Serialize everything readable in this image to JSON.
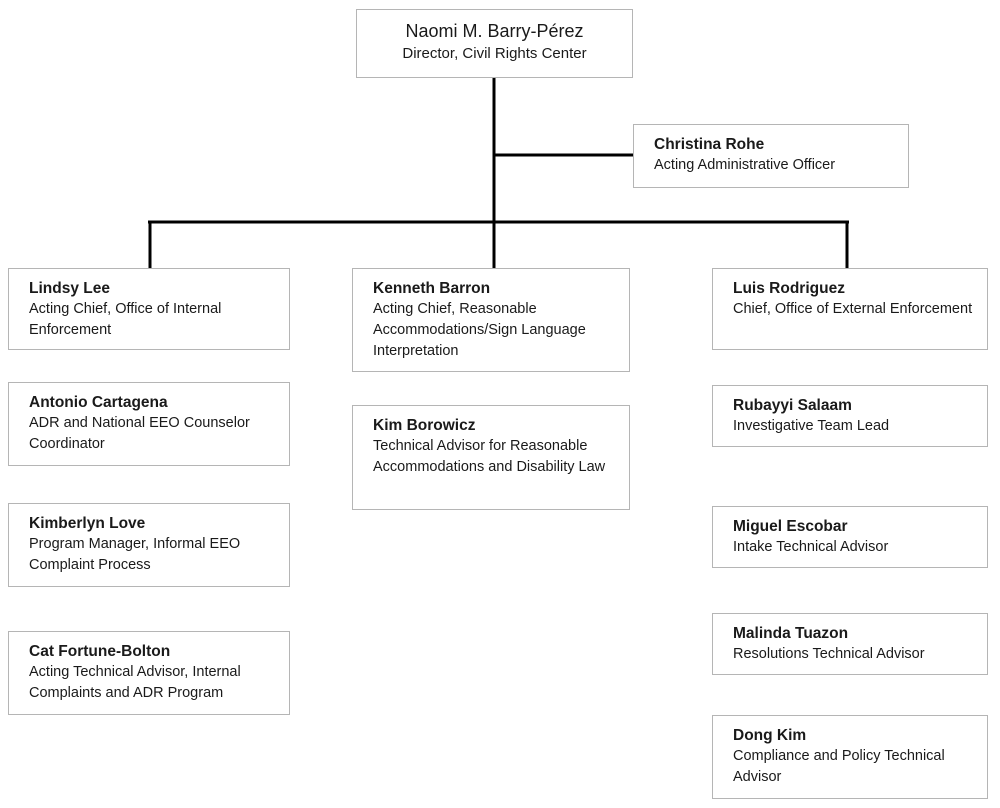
{
  "chart_data": {
    "type": "diagram",
    "title": "Civil Rights Center Organizational Chart",
    "layout": "org-chart",
    "colors": {
      "box_border": "#b5b5b5",
      "box_background": "#ffffff",
      "connector": "#000000",
      "text": "#1a1a1a"
    }
  },
  "nodes": {
    "director": {
      "name": "Naomi M. Barry-Pérez",
      "title": "Director, Civil Rights Center"
    },
    "admin_officer": {
      "name": "Christina Rohe",
      "title": "Acting Administrative Officer"
    },
    "internal_enforcement": {
      "head": {
        "name": "Lindsy Lee",
        "title": "Acting Chief, Office of Internal Enforcement"
      },
      "staff": [
        {
          "name": "Antonio Cartagena",
          "title": "ADR and National EEO Counselor Coordinator"
        },
        {
          "name": "Kimberlyn Love",
          "title": "Program Manager, Informal EEO Complaint Process"
        },
        {
          "name": "Cat Fortune-Bolton",
          "title": "Acting Technical Advisor, Internal Complaints and ADR Program"
        }
      ]
    },
    "reasonable_accommodations": {
      "head": {
        "name": "Kenneth Barron",
        "title": "Acting Chief, Reasonable Accommodations/Sign Language Interpretation"
      },
      "staff": [
        {
          "name": "Kim Borowicz",
          "title": "Technical Advisor for Reasonable Accommodations and Disability Law"
        }
      ]
    },
    "external_enforcement": {
      "head": {
        "name": "Luis Rodriguez",
        "title": "Chief, Office of External Enforcement"
      },
      "staff": [
        {
          "name": "Rubayyi Salaam",
          "title": "Investigative Team Lead"
        },
        {
          "name": "Miguel Escobar",
          "title": "Intake Technical Advisor"
        },
        {
          "name": "Malinda Tuazon",
          "title": "Resolutions Technical Advisor"
        },
        {
          "name": "Dong Kim",
          "title": "Compliance and Policy Technical Advisor"
        }
      ]
    }
  }
}
